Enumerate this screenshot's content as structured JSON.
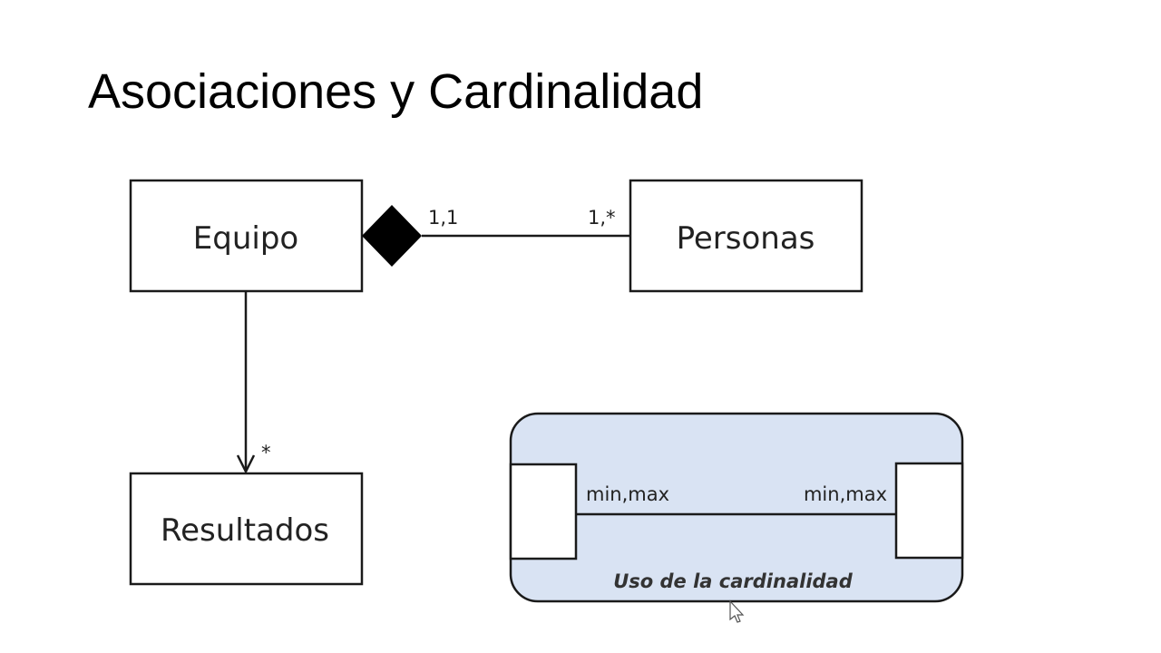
{
  "title": "Asociaciones y Cardinalidad",
  "classes": {
    "equipo": "Equipo",
    "personas": "Personas",
    "resultados": "Resultados"
  },
  "composition": {
    "source_multiplicity": "1,1",
    "target_multiplicity": "1,*"
  },
  "association": {
    "target_multiplicity": "*"
  },
  "legend": {
    "left_label": "min,max",
    "right_label": "min,max",
    "caption": "Uso de la cardinalidad",
    "background_color": "#d9e3f3"
  },
  "icons": {
    "composition_end": "filled-diamond",
    "association_end": "open-arrow",
    "cursor": "mouse-pointer"
  }
}
